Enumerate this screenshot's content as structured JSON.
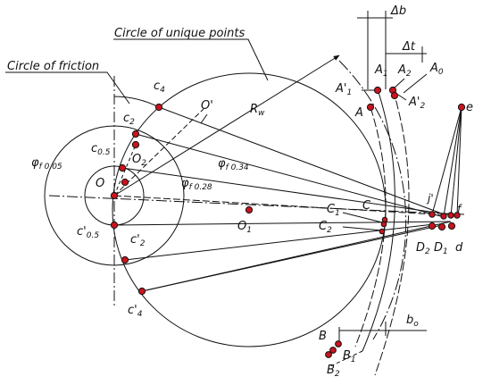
{
  "labels": {
    "circle_unique": "Circle of unique points",
    "circle_friction": "Circle of friction",
    "O": "O",
    "O1": "O",
    "O1_sub": "1",
    "O2": "O",
    "O2_sub": "2",
    "O_prime": "O'",
    "Rw": "R",
    "Rw_sub": "w",
    "phi005": "φ",
    "phi005_sub": "f 0.05",
    "phi028": "φ",
    "phi028_sub": "f 0.28",
    "phi034": "φ",
    "phi034_sub": "f 0.34",
    "c05": "c",
    "c05_sub": "0.5",
    "c05p": "c'",
    "c05p_sub": "0.5",
    "c2": "c",
    "c2_sub": "2",
    "c2p": "c'",
    "c2p_sub": "2",
    "c4": "c",
    "c4_sub": "4",
    "c4p": "c'",
    "c4p_sub": "4",
    "C": "C",
    "C1": "C",
    "C1_sub": "1",
    "C2": "C",
    "C2_sub": "2",
    "A": "A",
    "A1p": "A'",
    "A1p_sub": "1",
    "A1": "A",
    "A1_sub": "1",
    "A2": "A",
    "A2_sub": "2",
    "A0": "A",
    "A0_sub": "0",
    "A2p": "A'",
    "A2p_sub": "2",
    "db": "Δb",
    "dt": "Δt",
    "e": "e",
    "f": "f",
    "j": "j'",
    "D2": "D",
    "D2_sub": "2",
    "D1": "D",
    "D1_sub": "1",
    "d": "d",
    "B": "B",
    "B1": "B",
    "B1_sub": "1",
    "B2": "B",
    "B2_sub": "2",
    "bo": "b",
    "bo_sub": "o"
  },
  "colors": {
    "point": "#c8141e",
    "stroke": "#111111"
  }
}
